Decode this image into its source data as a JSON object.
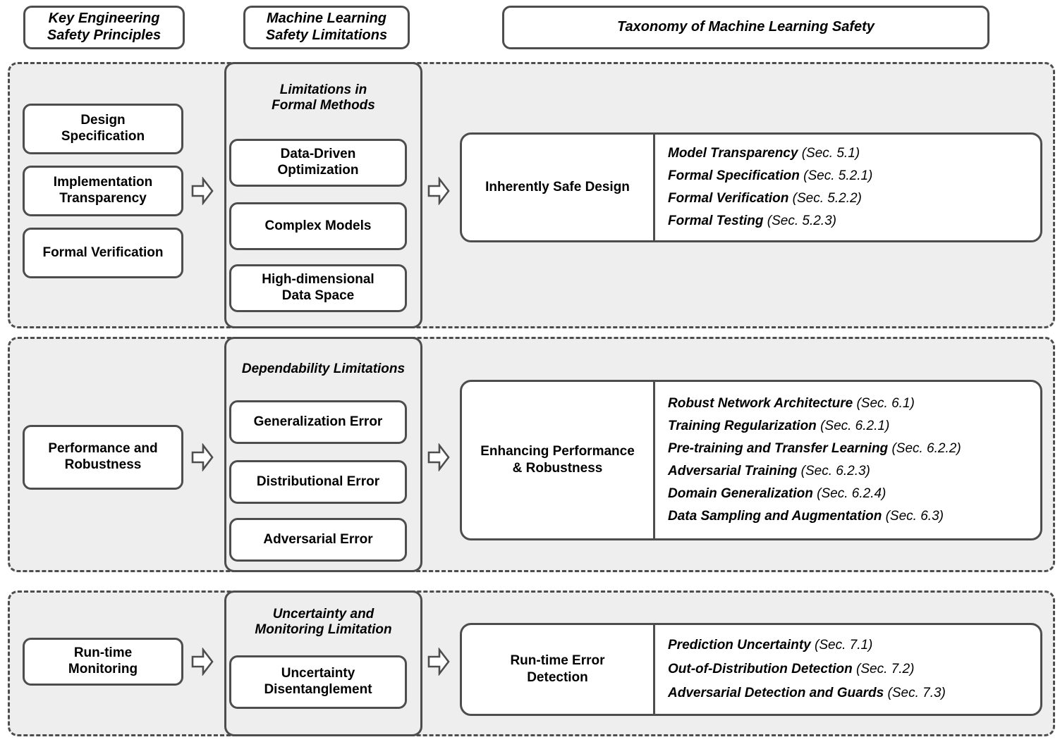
{
  "headers": [
    {
      "id": "key-engineering-safety-principles",
      "label": "Key Engineering\nSafety Principles"
    },
    {
      "id": "machine-learning-safety-limitations",
      "label": "Machine Learning\nSafety Limitations"
    },
    {
      "id": "taxonomy-of-machine-learning-safety",
      "label": "Taxonomy of Machine Learning Safety"
    }
  ],
  "sections": [
    {
      "id": "inherently-safe-design",
      "principles": [
        {
          "label": "Design\nSpecification"
        },
        {
          "label": "Implementation\nTransparency"
        },
        {
          "label": "Formal Verification"
        }
      ],
      "limitation_panel": {
        "title": "Limitations in\nFormal Methods",
        "items": [
          {
            "label": "Data-Driven\nOptimization"
          },
          {
            "label": "Complex Models"
          },
          {
            "label": "High-dimensional\nData Space"
          }
        ]
      },
      "taxonomy": {
        "label": "Inherently Safe Design",
        "topics": [
          {
            "name": "Model Transparency",
            "section": "(Sec. 5.1)"
          },
          {
            "name": "Formal Specification",
            "section": "(Sec. 5.2.1)"
          },
          {
            "name": "Formal Verification",
            "section": "(Sec. 5.2.2)"
          },
          {
            "name": "Formal Testing",
            "section": "(Sec. 5.2.3)"
          }
        ]
      }
    },
    {
      "id": "enhancing-performance-robustness",
      "principles": [
        {
          "label": "Performance and\nRobustness"
        }
      ],
      "limitation_panel": {
        "title": "Dependability Limitations",
        "items": [
          {
            "label": "Generalization Error"
          },
          {
            "label": "Distributional Error"
          },
          {
            "label": "Adversarial Error"
          }
        ]
      },
      "taxonomy": {
        "label": "Enhancing Performance\n& Robustness",
        "topics": [
          {
            "name": "Robust Network Architecture",
            "section": "(Sec. 6.1)"
          },
          {
            "name": "Training Regularization",
            "section": "(Sec. 6.2.1)"
          },
          {
            "name": "Pre-training and Transfer Learning",
            "section": "(Sec. 6.2.2)"
          },
          {
            "name": "Adversarial Training",
            "section": "(Sec. 6.2.3)"
          },
          {
            "name": "Domain Generalization",
            "section": "(Sec. 6.2.4)"
          },
          {
            "name": "Data Sampling and Augmentation",
            "section": "(Sec. 6.3)"
          }
        ]
      }
    },
    {
      "id": "run-time-error-detection",
      "principles": [
        {
          "label": "Run-time\nMonitoring"
        }
      ],
      "limitation_panel": {
        "title": "Uncertainty and\nMonitoring Limitation",
        "items": [
          {
            "label": "Uncertainty\nDisentanglement"
          }
        ]
      },
      "taxonomy": {
        "label": "Run-time Error\nDetection",
        "topics": [
          {
            "name": "Prediction Uncertainty",
            "section": "(Sec. 7.1)"
          },
          {
            "name": "Out-of-Distribution Detection",
            "section": "(Sec. 7.2)"
          },
          {
            "name": "Adversarial Detection and Guards",
            "section": "(Sec. 7.3)"
          }
        ]
      }
    }
  ],
  "colors": {
    "stroke": "#4d4d4d",
    "section_fill": "#eeeeee",
    "box_fill": "#ffffff",
    "text": "#000000"
  },
  "icons": {
    "flow_arrow": "right-block-arrow"
  }
}
